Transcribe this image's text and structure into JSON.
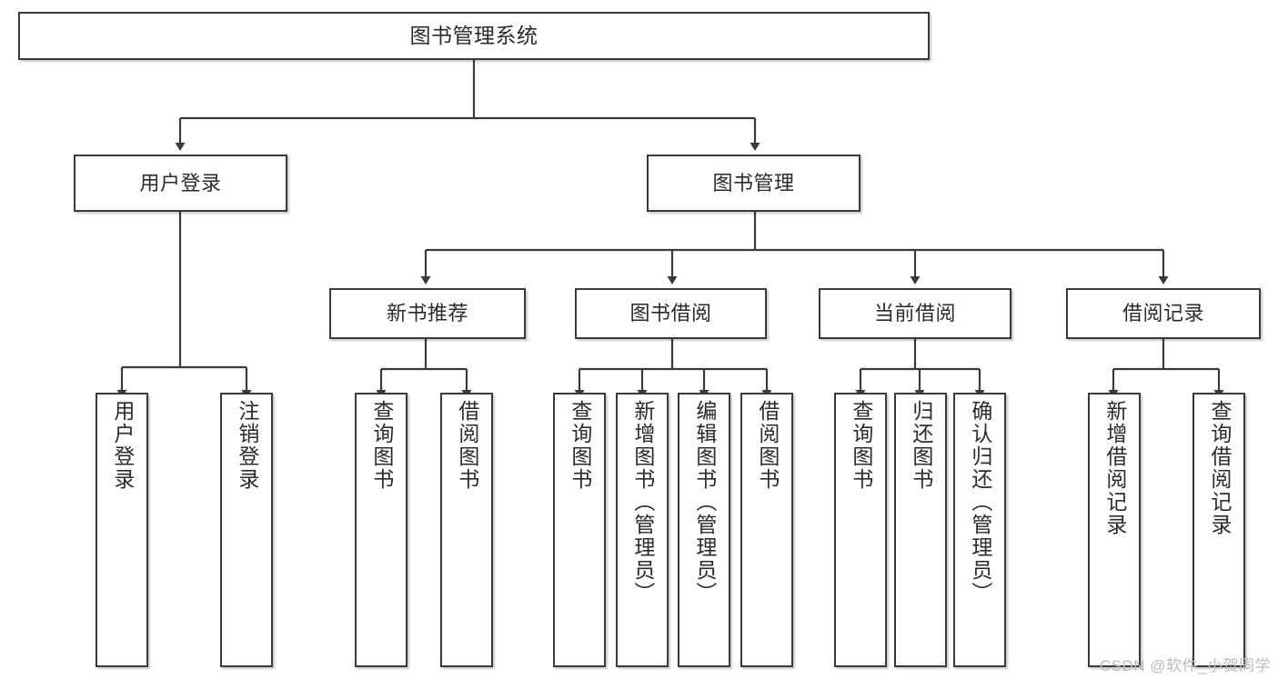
{
  "diagram": {
    "type": "tree-hierarchy",
    "title": "图书管理系统",
    "watermark": "CSDN @软件_小贺同学",
    "colors": {
      "background": "#ffffff",
      "stroke": "#3a3a3a",
      "text": "#2b2b2b",
      "watermark": "#b9bcc0"
    },
    "nodes": {
      "root": {
        "label": "图书管理系统",
        "orientation": "horizontal"
      },
      "level1": [
        {
          "id": "user-login",
          "label": "用户登录",
          "orientation": "horizontal"
        },
        {
          "id": "book-manage",
          "label": "图书管理",
          "orientation": "horizontal"
        }
      ],
      "level2": [
        {
          "id": "new-book-recommend",
          "label": "新书推荐",
          "orientation": "horizontal"
        },
        {
          "id": "book-borrow",
          "label": "图书借阅",
          "orientation": "horizontal"
        },
        {
          "id": "current-borrow",
          "label": "当前借阅",
          "orientation": "horizontal"
        },
        {
          "id": "borrow-record",
          "label": "借阅记录",
          "orientation": "horizontal"
        }
      ],
      "leaves": [
        {
          "id": "leaf-user-login",
          "parent": "user-login",
          "label": "用户登录",
          "orientation": "vertical"
        },
        {
          "id": "leaf-logout-login",
          "parent": "user-login",
          "label": "注销登录",
          "orientation": "vertical"
        },
        {
          "id": "leaf-query-book-1",
          "parent": "new-book-recommend",
          "label": "查询图书",
          "orientation": "vertical"
        },
        {
          "id": "leaf-borrow-book-1",
          "parent": "new-book-recommend",
          "label": "借阅图书",
          "orientation": "vertical"
        },
        {
          "id": "leaf-query-book-2",
          "parent": "book-borrow",
          "label": "查询图书",
          "orientation": "vertical"
        },
        {
          "id": "leaf-add-book",
          "parent": "book-borrow",
          "label": "新增图书（管理员）",
          "orientation": "vertical"
        },
        {
          "id": "leaf-edit-book",
          "parent": "book-borrow",
          "label": "编辑图书（管理员）",
          "orientation": "vertical"
        },
        {
          "id": "leaf-borrow-book-2",
          "parent": "book-borrow",
          "label": "借阅图书",
          "orientation": "vertical"
        },
        {
          "id": "leaf-query-book-3",
          "parent": "current-borrow",
          "label": "查询图书",
          "orientation": "vertical"
        },
        {
          "id": "leaf-return-book",
          "parent": "current-borrow",
          "label": "归还图书",
          "orientation": "vertical"
        },
        {
          "id": "leaf-confirm-return",
          "parent": "current-borrow",
          "label": "确认归还（管理员）",
          "orientation": "vertical"
        },
        {
          "id": "leaf-add-record",
          "parent": "borrow-record",
          "label": "新增借阅记录",
          "orientation": "vertical"
        },
        {
          "id": "leaf-query-record",
          "parent": "borrow-record",
          "label": "查询借阅记录",
          "orientation": "vertical"
        }
      ]
    }
  }
}
